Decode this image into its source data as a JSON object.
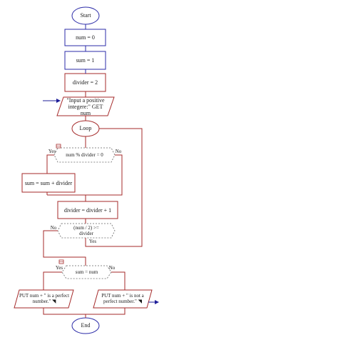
{
  "colors": {
    "flow_line": "#a52a2a",
    "box_stroke": "#2b2ba8",
    "arrow": "#1f1f99",
    "dashed": "#666666"
  },
  "nodes": {
    "start": "Start",
    "num_init": "num = 0",
    "sum_init": "sum = 1",
    "divider_init": "divider = 2",
    "input": "\"Input a positive integere:\" GET num",
    "loop": "Loop",
    "cond_divisible": "num % divider = 0",
    "sum_update": "sum = sum  +  divider",
    "divider_update": "divider = divider  +  1",
    "cond_loop_end": "(num / 2) >= divider",
    "cond_perfect": "sum = num",
    "output_yes": "PUT num  +  \" is a perfect number.\"",
    "output_no": "PUT num  +  \" is not a perfect number.\"",
    "end": "End"
  },
  "edge_labels": {
    "divisible_yes": "Yes",
    "divisible_no": "No",
    "loop_end_no": "No",
    "loop_end_yes": "Yes",
    "perfect_yes": "Yes",
    "perfect_no": "No"
  },
  "icons": [
    "newline-icon"
  ]
}
